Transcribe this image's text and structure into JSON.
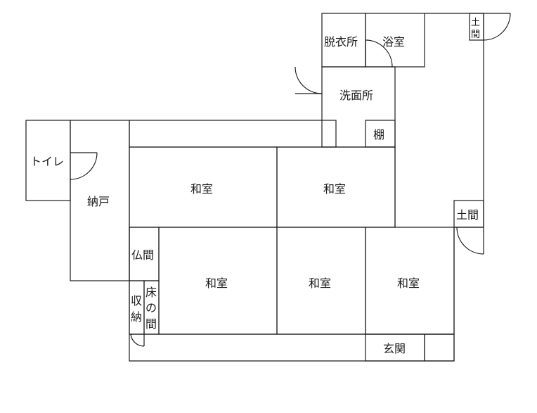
{
  "labels": {
    "toilet": "トイレ",
    "nando": "納戸",
    "changing": "脱衣所",
    "bath": "浴室",
    "washroom": "洗面所",
    "shelf": "棚",
    "doma_top_1": "土",
    "doma_top_2": "間",
    "doma_right": "土間",
    "washitsu_1": "和室",
    "washitsu_2": "和室",
    "washitsu_3": "和室",
    "washitsu_4": "和室",
    "washitsu_5": "和室",
    "butsuma": "仏間",
    "storage_1": "収",
    "storage_2": "納",
    "tokonoma_1": "床",
    "tokonoma_2": "の",
    "tokonoma_3": "間",
    "entrance": "玄関"
  },
  "colors": {
    "line": "#1a1a1a",
    "background": "#ffffff"
  }
}
